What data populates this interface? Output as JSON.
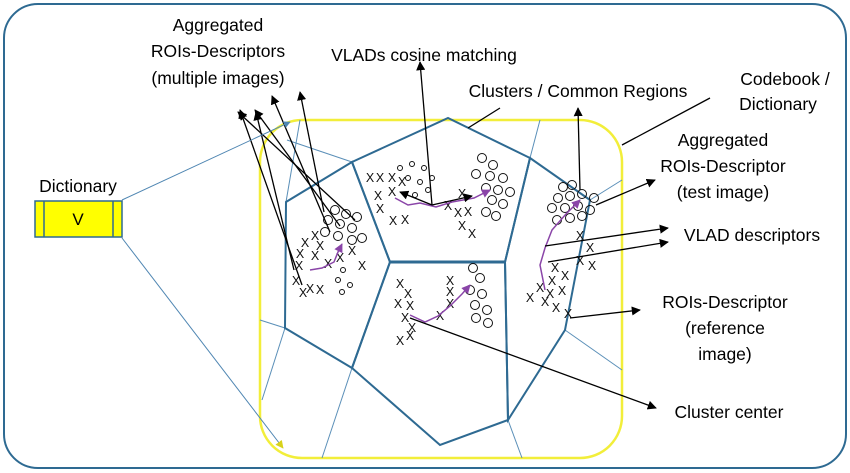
{
  "labels": {
    "aggregated_multi": [
      "Aggregated",
      "ROIs-Descriptors",
      "(multiple images)"
    ],
    "vlad_matching": "VLADs cosine matching",
    "clusters": "Clusters / Common Regions",
    "codebook": [
      "Codebook /",
      "Dictionary"
    ],
    "aggregated_test": [
      "Aggregated",
      "ROIs-Descriptor",
      "(test image)"
    ],
    "vlad_descriptors": "VLAD descriptors",
    "rois_reference": [
      "ROIs-Descriptor",
      "(reference",
      "image)"
    ],
    "cluster_center": "Cluster center",
    "dictionary": "Dictionary",
    "dictionary_value": "V"
  },
  "markers": {
    "cross": "X",
    "circle": "o"
  },
  "colors": {
    "outer_frame": "#2e6a92",
    "yellow_frame": "#f2ee3a",
    "cell_border": "#2e6a92",
    "dictionary_fill": "#ffff00",
    "vlad_path": "#8a45a8",
    "arrow": "#000000"
  }
}
